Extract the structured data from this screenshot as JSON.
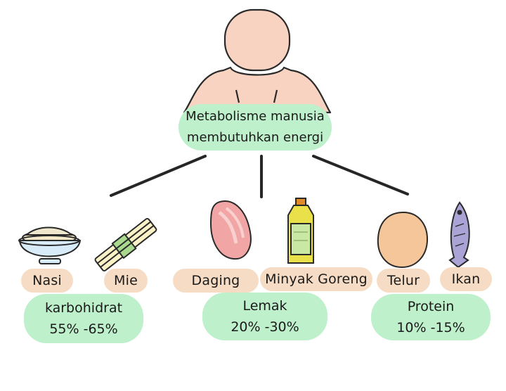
{
  "center": {
    "line1": "Metabolisme manusia",
    "line2": "membutuhkan energi"
  },
  "groups": [
    {
      "category": "karbohidrat",
      "range": "55% -65%",
      "foods": [
        {
          "label": "Nasi",
          "icon": "rice-bowl-icon"
        },
        {
          "label": "Mie",
          "icon": "noodle-icon"
        }
      ]
    },
    {
      "category": "Lemak",
      "range": "20% -30%",
      "foods": [
        {
          "label": "Daging",
          "icon": "meat-icon"
        },
        {
          "label": "Minyak Goreng",
          "icon": "cooking-oil-bottle-icon"
        }
      ]
    },
    {
      "category": "Protein",
      "range": "10% -15%",
      "foods": [
        {
          "label": "Telur",
          "icon": "egg-icon"
        },
        {
          "label": "Ikan",
          "icon": "fish-icon"
        }
      ]
    }
  ],
  "colors": {
    "green_pill": "#bff0cc",
    "food_pill": "#f6dcc4",
    "skin": "#f8d3c2",
    "line": "#262626"
  }
}
